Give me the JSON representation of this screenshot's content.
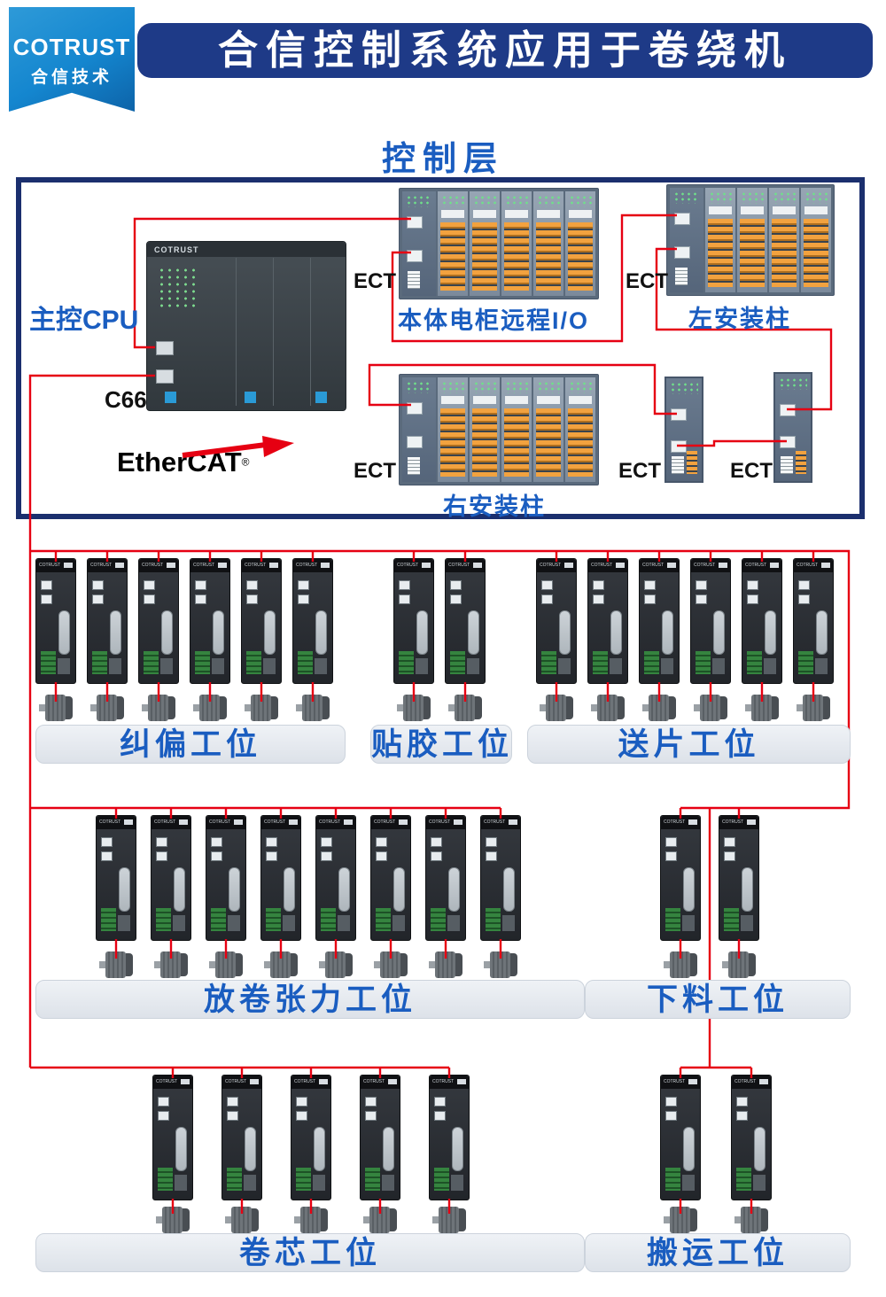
{
  "header": {
    "logo_line1": "COTRUST",
    "logo_line2": "合信技术",
    "title": "合信控制系统应用于卷绕机"
  },
  "control_layer": {
    "title": "控制层",
    "cpu_label": "主控CPU",
    "cpu_model": "C66",
    "plc_brand": "COTRUST",
    "ethercat_text": "EtherCAT",
    "ethercat_reg": "®",
    "ect_label": "ECT",
    "nodes": {
      "remote_io": "本体电柜远程I/O",
      "left_column": "左安装柱",
      "right_column": "右安装柱"
    }
  },
  "servo": {
    "brand": "COTRUST"
  },
  "stations": [
    {
      "id": "jiupian",
      "label": "纠偏工位",
      "drives": 6
    },
    {
      "id": "tiejiao",
      "label": "贴胶工位",
      "drives": 2
    },
    {
      "id": "songpian",
      "label": "送片工位",
      "drives": 6
    },
    {
      "id": "fangjuan",
      "label": "放卷张力工位",
      "drives": 8
    },
    {
      "id": "xialiao",
      "label": "下料工位",
      "drives": 2
    },
    {
      "id": "juanxin",
      "label": "卷芯工位",
      "drives": 5
    },
    {
      "id": "banyun",
      "label": "搬运工位",
      "drives": 2
    }
  ],
  "colors": {
    "banner_navy": "#1e3a87",
    "badge_blue": "#1486cf",
    "heading_blue": "#1a5dc0",
    "wire_red": "#e60012",
    "box_border_navy": "#1b2f6e"
  }
}
